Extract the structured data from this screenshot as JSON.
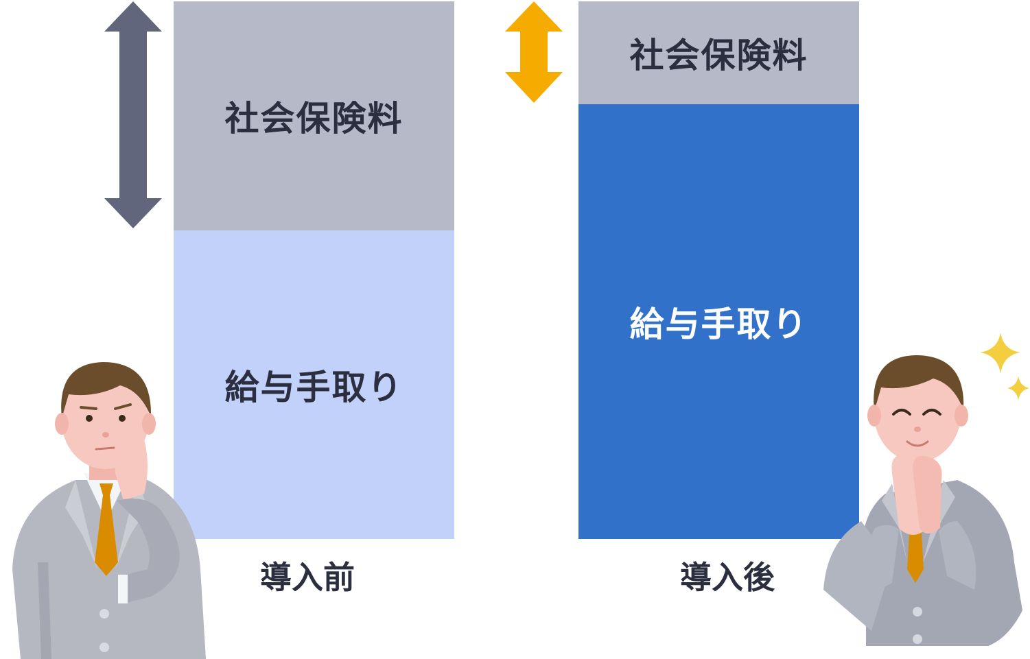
{
  "colors": {
    "insurance": "#b6bac8",
    "takehome_before": "#c2d1f9",
    "takehome_after": "#3271c9",
    "arrow_before": "#62667c",
    "arrow_after": "#f6ab00",
    "text_dark": "#2b2e3f",
    "text_light": "#ffffff"
  },
  "before": {
    "insurance_label": "社会保険料",
    "takehome_label": "給与手取り",
    "caption": "導入前"
  },
  "after": {
    "insurance_label": "社会保険料",
    "takehome_label": "給与手取り",
    "caption": "導入後"
  }
}
